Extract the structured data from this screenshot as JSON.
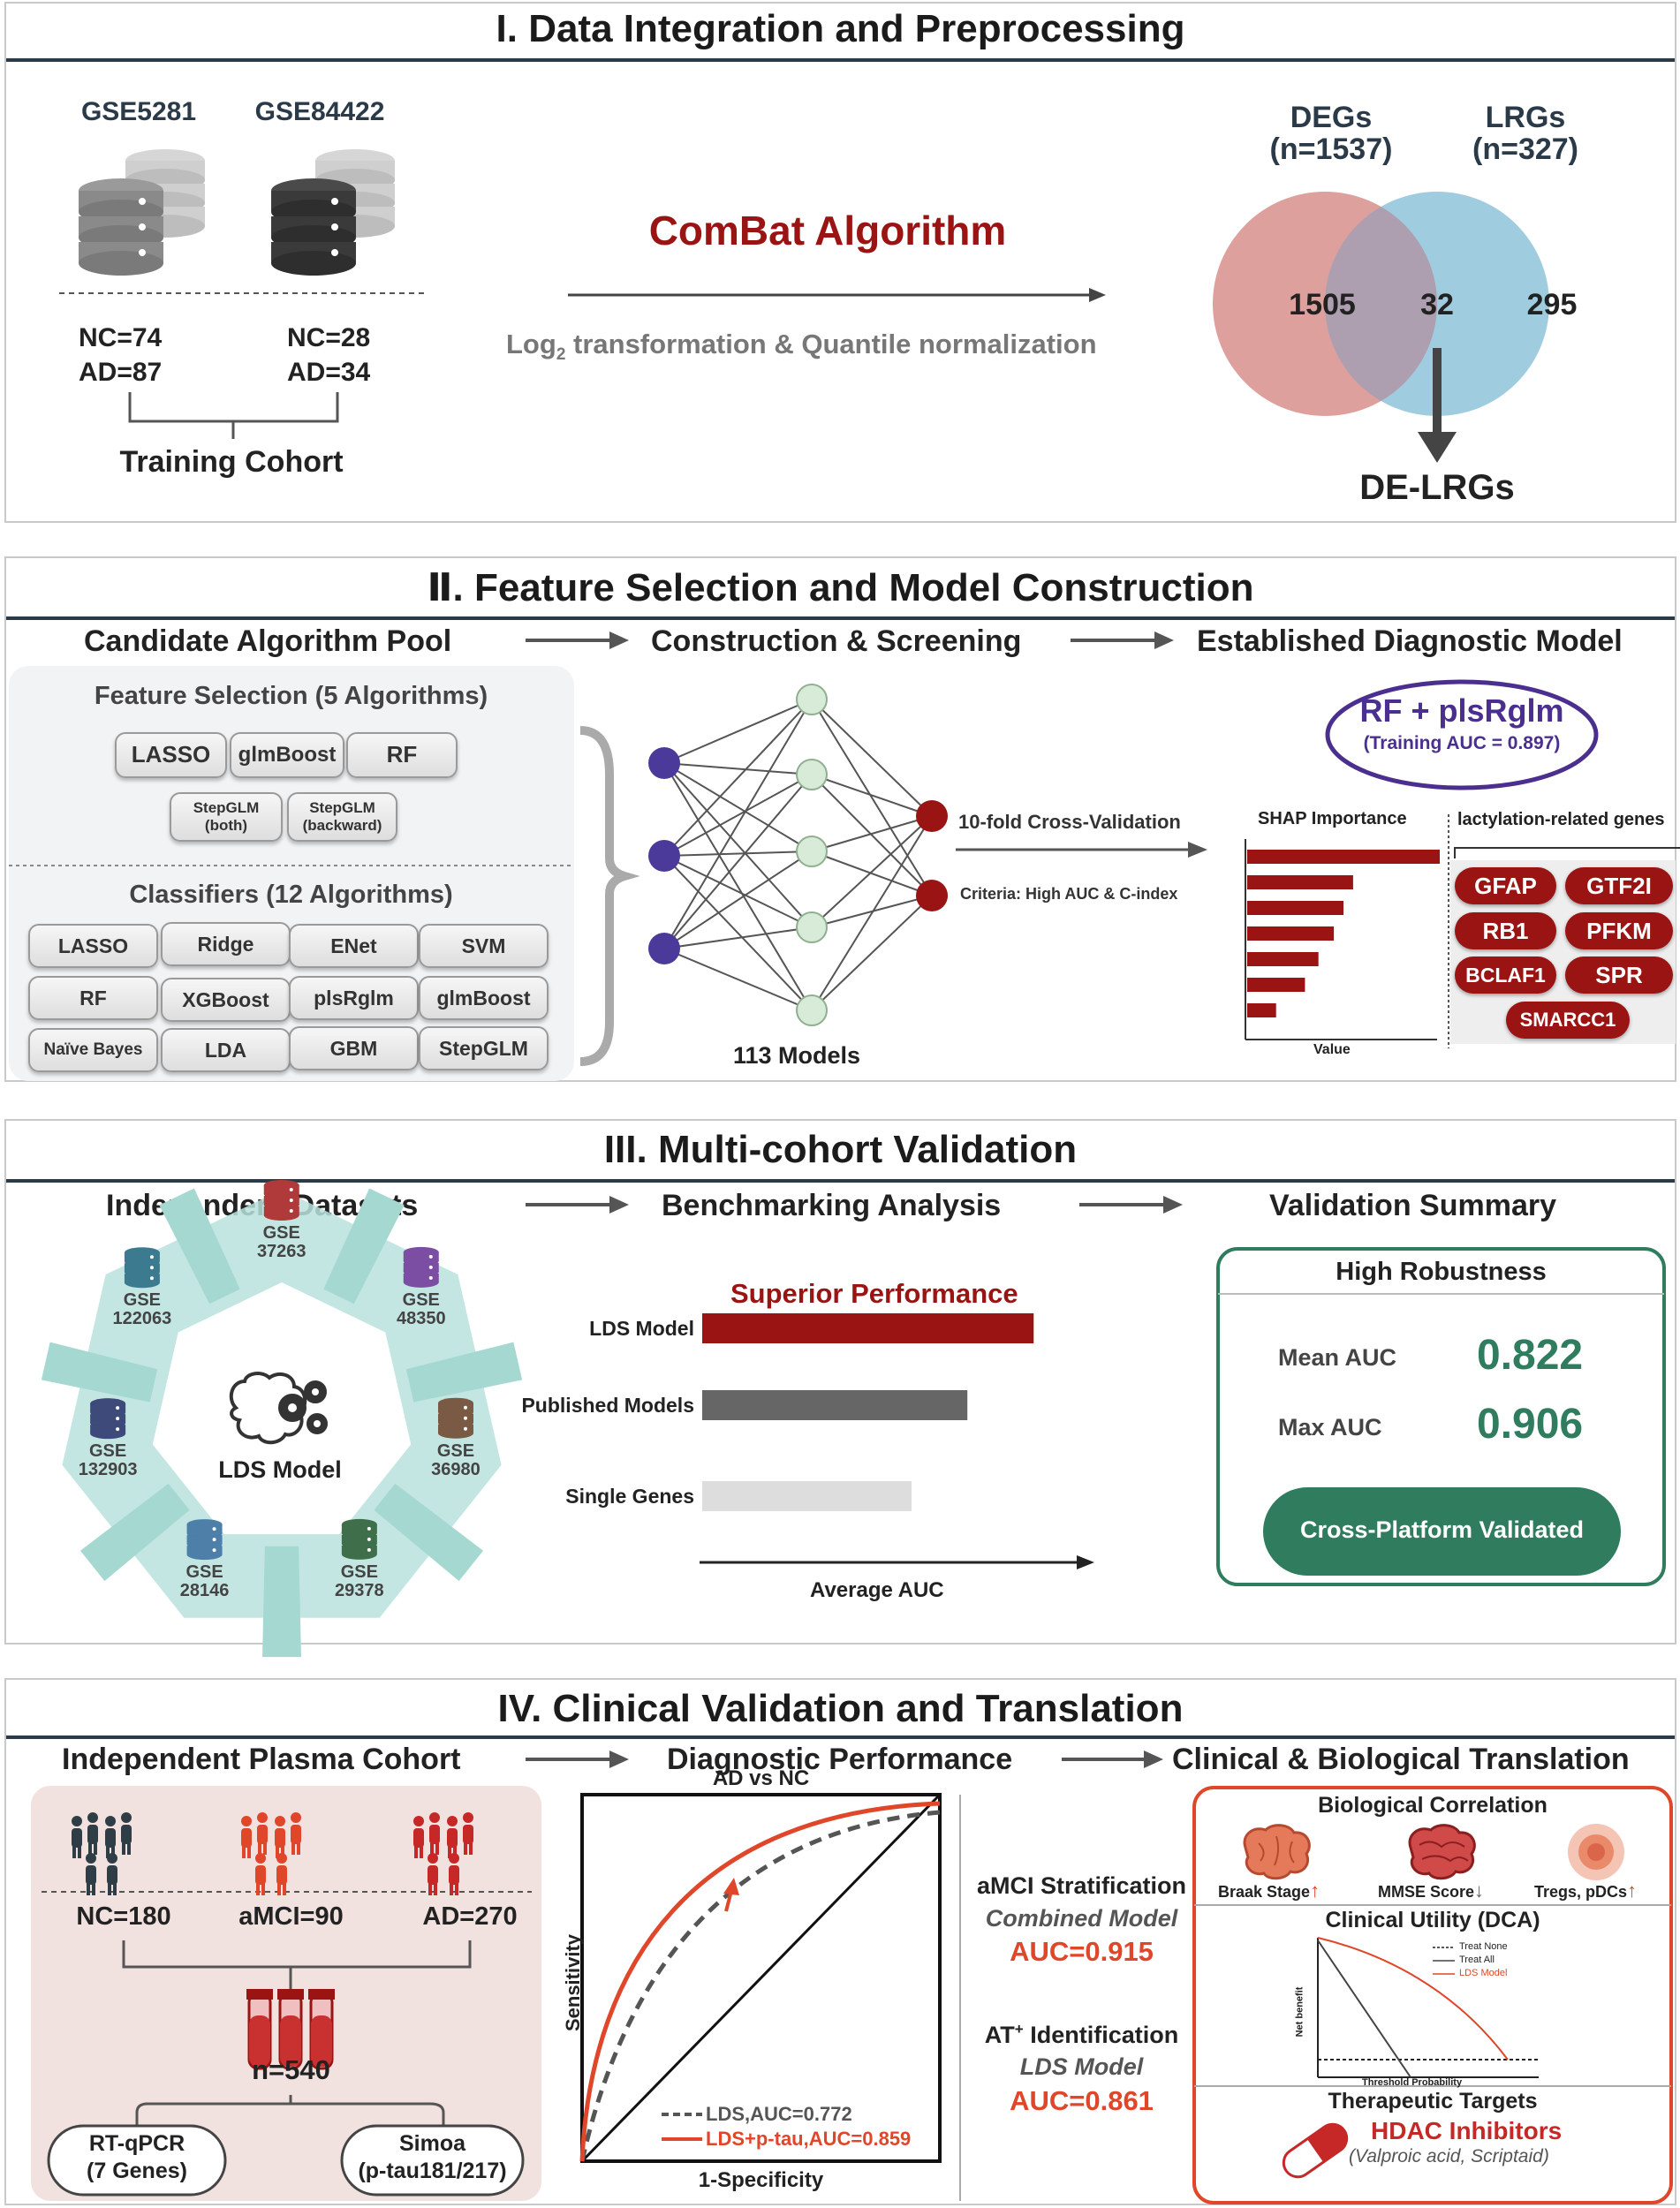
{
  "section1": {
    "title": "I. Data Integration and Preprocessing",
    "dataset_a": {
      "name": "GSE5281",
      "nc": "NC=74",
      "ad": "AD=87"
    },
    "dataset_b": {
      "name": "GSE84422",
      "nc": "NC=28",
      "ad": "AD=34"
    },
    "training_cohort": "Training Cohort",
    "combat": "ComBat Algorithm",
    "transform_pre": "Log",
    "transform_sub": "2",
    "transform_post": " transformation & Quantile normalization",
    "venn": {
      "left_label": "DEGs",
      "left_n": "(n=1537)",
      "right_label": "LRGs",
      "right_n": "(n=327)",
      "left_only": "1505",
      "overlap": "32",
      "right_only": "295",
      "result": "DE-LRGs"
    }
  },
  "section2": {
    "title": "Ⅱ. Feature Selection and Model Construction",
    "col1_title": "Candidate Algorithm Pool",
    "col2_title": "Construction & Screening",
    "col3_title": "Established Diagnostic Model",
    "feature_selection_title": "Feature Selection (5 Algorithms)",
    "feature_algorithms": [
      "LASSO",
      "glmBoost",
      "RF",
      "StepGLM\n(both)",
      "StepGLM\n(backward)"
    ],
    "classifiers_title": "Classifiers (12 Algorithms)",
    "classifiers": [
      "LASSO",
      "Ridge",
      "ENet",
      "SVM",
      "RF",
      "XGBoost",
      "plsRglm",
      "glmBoost",
      "Naïve Bayes",
      "LDA",
      "GBM",
      "StepGLM"
    ],
    "models_label": "113 Models",
    "cv_label": "10-fold Cross-Validation",
    "criteria_label": "Criteria: High AUC & C-index",
    "model_name": "RF + plsRglm",
    "model_auc": "(Training AUC = 0.897)",
    "shap_title": "SHAP Importance",
    "shap_axis": "Value",
    "shap_values": [
      1.0,
      0.55,
      0.5,
      0.45,
      0.37,
      0.3,
      0.15
    ],
    "genes_title": "lactylation-related genes",
    "genes": [
      "GFAP",
      "GTF2I",
      "RB1",
      "PFKM",
      "BCLAF1",
      "SPR",
      "SMARCC1"
    ]
  },
  "section3": {
    "title": "III. Multi-cohort Validation",
    "col1_title": "Independent Datasets",
    "col2_title": "Benchmarking Analysis",
    "col3_title": "Validation Summary",
    "center_label": "LDS Model",
    "datasets": [
      {
        "prefix": "GSE",
        "id": "37263",
        "color": "#b03a3a"
      },
      {
        "prefix": "GSE",
        "id": "48350",
        "color": "#7b4ea3"
      },
      {
        "prefix": "GSE",
        "id": "36980",
        "color": "#7a5a45"
      },
      {
        "prefix": "GSE",
        "id": "29378",
        "color": "#3f6f4a"
      },
      {
        "prefix": "GSE",
        "id": "28146",
        "color": "#4d7fa8"
      },
      {
        "prefix": "GSE",
        "id": "132903",
        "color": "#3d4a7a"
      },
      {
        "prefix": "GSE",
        "id": "122063",
        "color": "#3c7b8f"
      }
    ],
    "bench_title": "Superior Performance",
    "bench_axis": "Average AUC",
    "bench": [
      {
        "label": "LDS Model",
        "value": 0.95,
        "color": "#9a1414"
      },
      {
        "label": "Published Models",
        "value": 0.76,
        "color": "#666666"
      },
      {
        "label": "Single Genes",
        "value": 0.6,
        "color": "#dddddd"
      }
    ],
    "summary_title": "High Robustness",
    "mean_label": "Mean AUC",
    "mean_value": "0.822",
    "max_label": "Max AUC",
    "max_value": "0.906",
    "platform_button": "Cross-Platform Validated"
  },
  "section4": {
    "title": "IV. Clinical Validation and Translation",
    "col1_title": "Independent Plasma Cohort",
    "col2_title": "Diagnostic Performance",
    "col3_title": "Clinical & Biological Translation",
    "nc": "NC=180",
    "amci": "aMCI=90",
    "ad": "AD=270",
    "total": "n=540",
    "method1": "RT-qPCR\n(7 Genes)",
    "method2": "Simoa\n(p-tau181/217)",
    "roc": {
      "title": "AD vs NC",
      "xlabel": "1-Specificity",
      "ylabel": "Sensitivity",
      "legend_lds": "LDS,AUC=0.772",
      "legend_combined": "LDS+p-tau,AUC=0.859"
    },
    "amci_title": "aMCI Stratification",
    "amci_model": "Combined Model",
    "amci_auc": "AUC=0.915",
    "at_title_pre": "AT",
    "at_title_sup": "+",
    "at_title_post": " Identification",
    "at_model": "LDS Model",
    "at_auc": "AUC=0.861",
    "bio_title": "Biological Correlation",
    "bio_items": [
      {
        "label": "Braak Stage",
        "arrow": "↑"
      },
      {
        "label": "MMSE Score",
        "arrow": "↓"
      },
      {
        "label": "Tregs, pDCs",
        "arrow": "↑"
      }
    ],
    "dca_title": "Clinical Utility (DCA)",
    "dca_legend": [
      "Treat None",
      "Treat All",
      "LDS Model"
    ],
    "dca_ylabel": "Net benefit",
    "dca_xlabel": "Threshold Probability",
    "target_title": "Therapeutic Targets",
    "target_name": "HDAC Inhibitors",
    "target_examples": "(Valproic acid, Scriptaid)"
  },
  "colors": {
    "accent_red": "#9a1414",
    "orange_red": "#e0462a",
    "green": "#2f7d5e",
    "navy": "#2b3a48",
    "purple": "#4b2f8f"
  }
}
